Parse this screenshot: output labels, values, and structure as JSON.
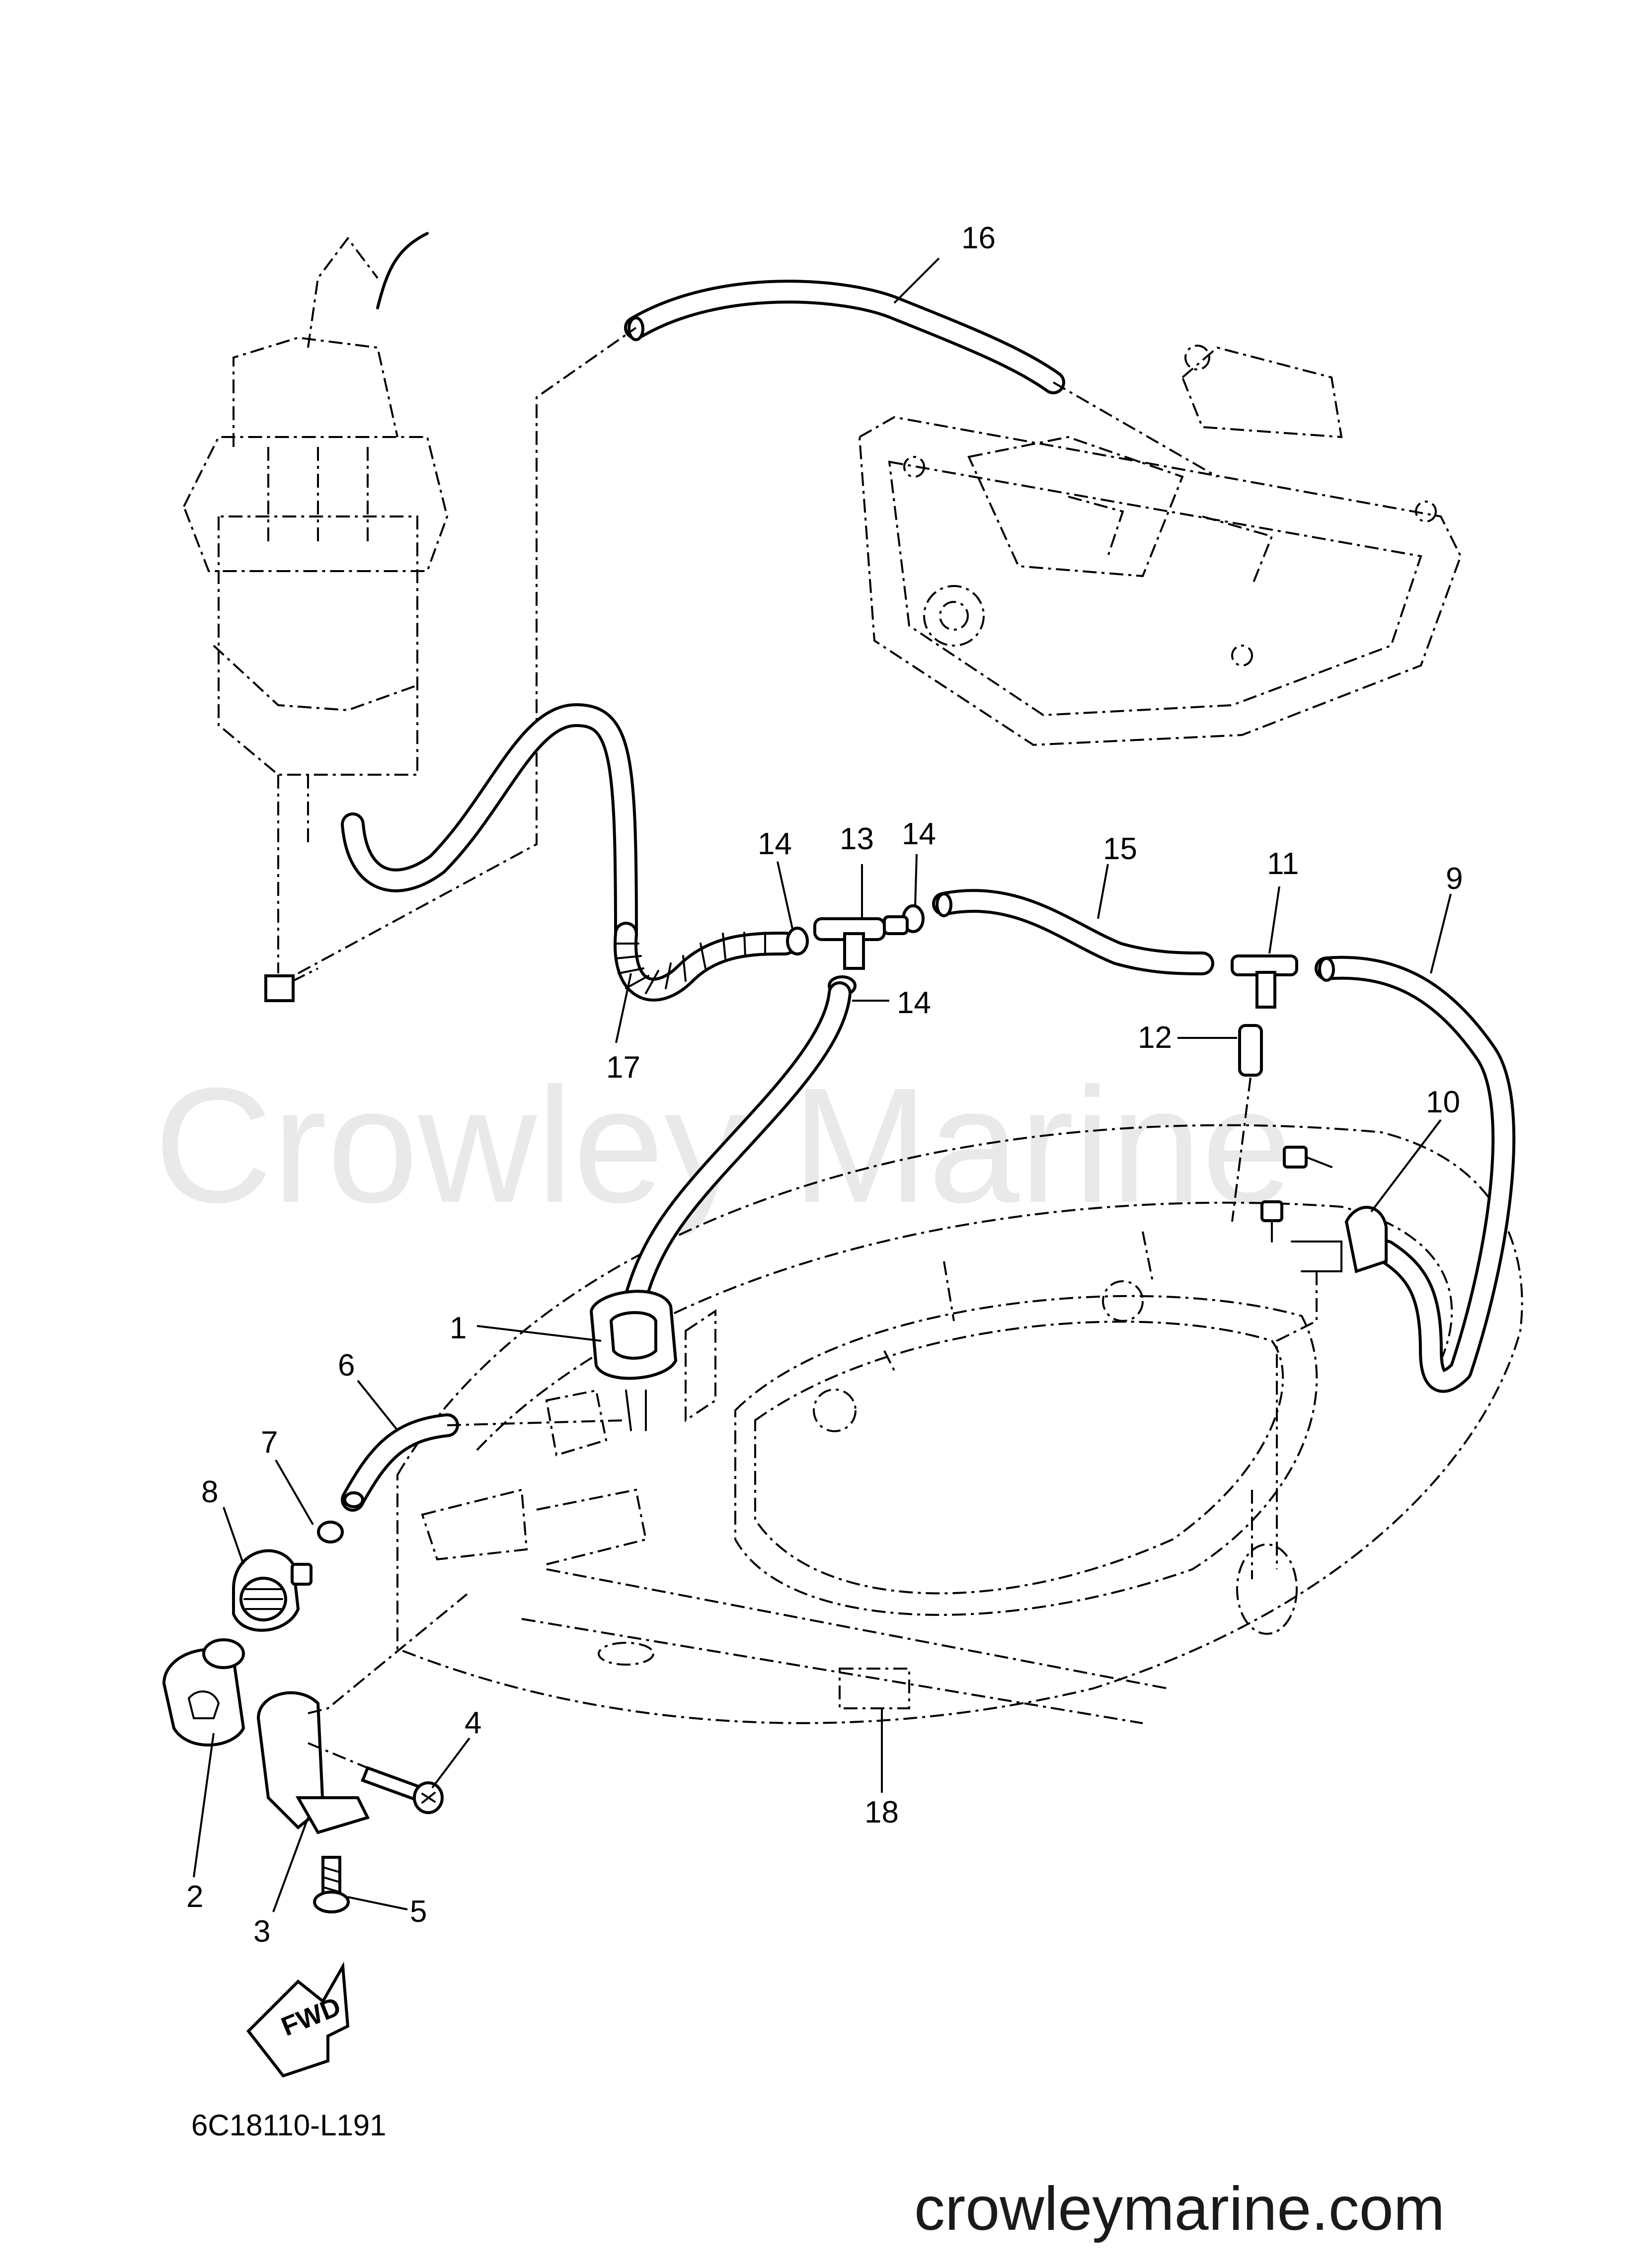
{
  "watermark": "Crowley Marine",
  "diagram_code": "6C18110-L191",
  "fwd_label": "FWD",
  "footer_url": "crowleymarine.com",
  "callouts": {
    "c1": "1",
    "c2": "2",
    "c3": "3",
    "c4": "4",
    "c5": "5",
    "c6": "6",
    "c7": "7",
    "c8": "8",
    "c9": "9",
    "c10": "10",
    "c11": "11",
    "c12": "12",
    "c13": "13",
    "c14a": "14",
    "c14b": "14",
    "c14c": "14",
    "c15": "15",
    "c16": "16",
    "c17": "17",
    "c18": "18"
  }
}
